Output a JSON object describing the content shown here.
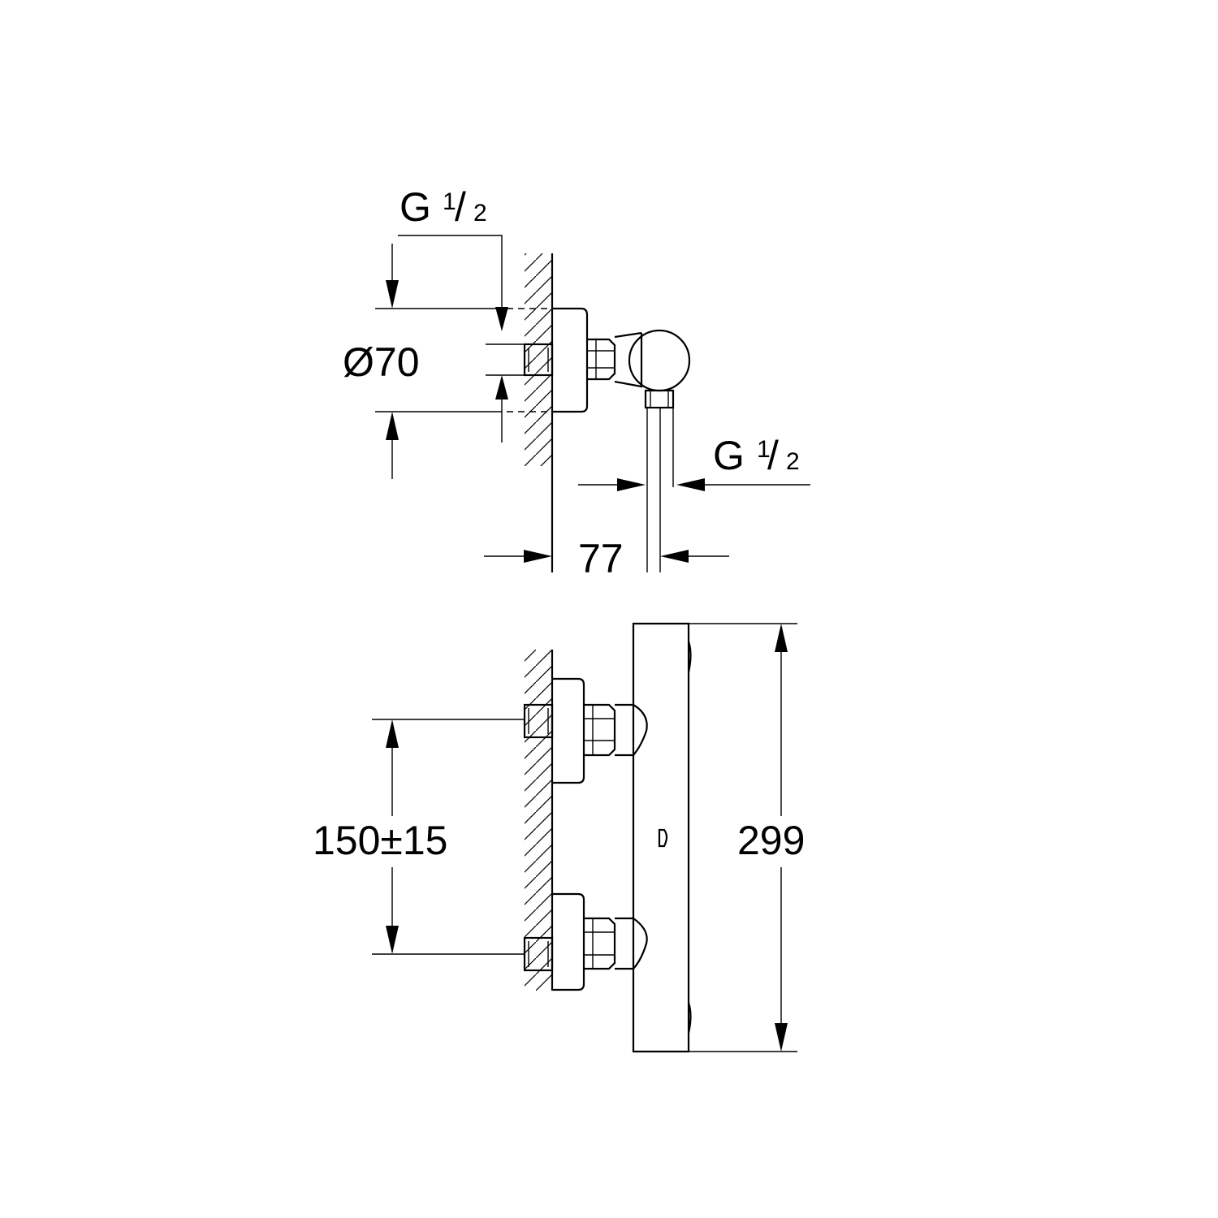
{
  "drawing": {
    "side_view": {
      "top_thread_label": {
        "main": "G",
        "numerator": "1",
        "slash": "/",
        "denominator": "2"
      },
      "diameter_label": "Ø70",
      "outlet_thread_label": {
        "main": "G",
        "numerator": "1",
        "slash": "/",
        "denominator": "2"
      },
      "projection_label": "77"
    },
    "front_view": {
      "inlet_spacing_label": "150±15",
      "height_label": "299"
    }
  }
}
